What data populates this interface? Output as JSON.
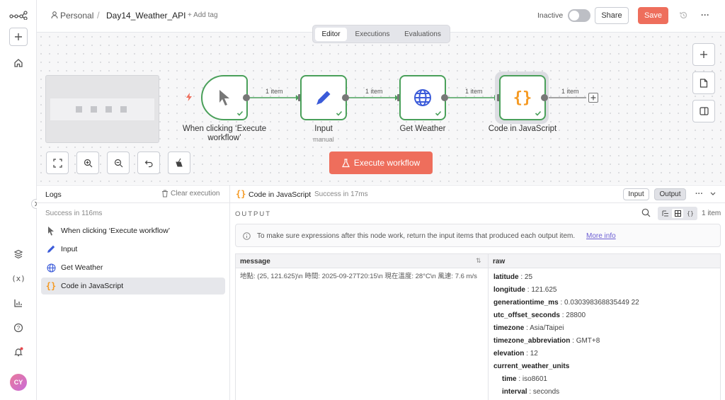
{
  "header": {
    "breadcrumb_project": "Personal",
    "separator": "/",
    "workflow_name": "Day14_Weather_API",
    "add_tag": "+ Add tag",
    "status_label": "Inactive",
    "share_label": "Share",
    "save_label": "Save",
    "more_label": "···"
  },
  "tabs": [
    "Editor",
    "Executions",
    "Evaluations"
  ],
  "nodes": [
    {
      "label": "When clicking ‘Execute workflow’",
      "sub": ""
    },
    {
      "label": "Input",
      "sub": "manual"
    },
    {
      "label": "Get Weather",
      "sub": ""
    },
    {
      "label": "Code in JavaScript",
      "sub": ""
    }
  ],
  "edges": [
    "1 item",
    "1 item",
    "1 item",
    "1 item"
  ],
  "execute_button": "Execute workflow",
  "logs": {
    "title": "Logs",
    "clear": "Clear execution",
    "status": "Success in 116ms",
    "items": [
      {
        "label": "When clicking ‘Execute workflow’",
        "icon": "cursor-icon"
      },
      {
        "label": "Input",
        "icon": "pencil-icon"
      },
      {
        "label": "Get Weather",
        "icon": "globe-icon"
      },
      {
        "label": "Code in JavaScript",
        "icon": "code-icon"
      }
    ]
  },
  "output": {
    "node_title": "Code in JavaScript",
    "status": "Success in 17ms",
    "input_btn": "Input",
    "output_btn": "Output",
    "section_label": "OUTPUT",
    "item_count": "1 item",
    "notice": "To make sure expressions after this node work, return the input items that produced each output item.",
    "notice_link": "More info",
    "col_message": "message",
    "col_raw": "raw",
    "message_value": "地點: (25, 121.625)\\n 時間: 2025-09-27T20:15\\n 現在溫度: 28°C\\n 風速: 7.6 m/s",
    "raw": [
      {
        "key": "latitude",
        "value": "25"
      },
      {
        "key": "longitude",
        "value": "121.625"
      },
      {
        "key": "generationtime_ms",
        "value": "0.030398368835449 22"
      },
      {
        "key": "utc_offset_seconds",
        "value": "28800"
      },
      {
        "key": "timezone",
        "value": "Asia/Taipei"
      },
      {
        "key": "timezone_abbreviation",
        "value": "GMT+8"
      },
      {
        "key": "elevation",
        "value": "12"
      },
      {
        "key": "current_weather_units",
        "value": ""
      },
      {
        "key": "time",
        "value": "iso8601"
      },
      {
        "key": "interval",
        "value": "seconds"
      }
    ]
  },
  "avatar_initials": "CY",
  "colors": {
    "accent": "#ee6e5c",
    "node_border": "#4aa05a",
    "link": "#6b5dd3"
  }
}
